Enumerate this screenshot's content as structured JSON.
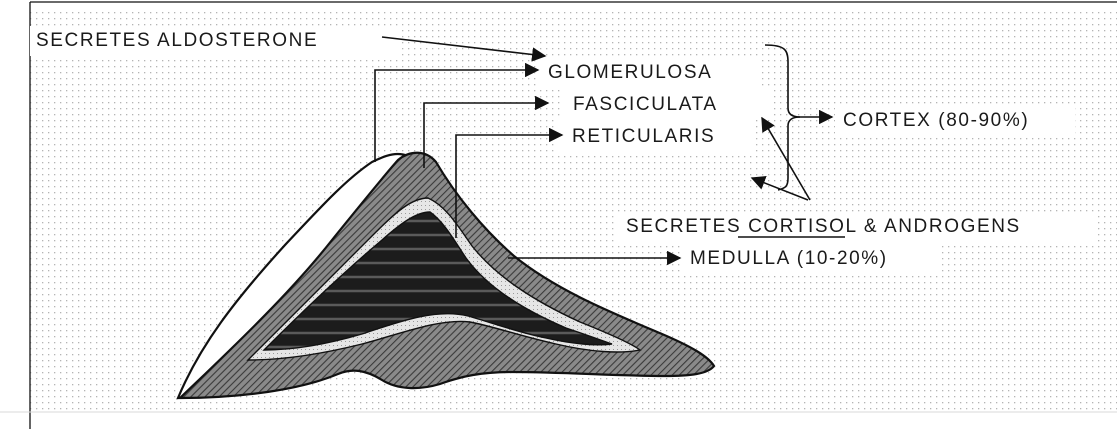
{
  "diagram": {
    "labels": {
      "aldosterone": "SECRETES ALDOSTERONE",
      "glomerulosa": "GLOMERULOSA",
      "fasciculata": "FASCICULATA",
      "reticularis": "RETICULARIS",
      "cortex": "CORTEX (80-90%)",
      "cortisol_prefix": "SECRETES ",
      "cortisol_word": "CORTISOL",
      "cortisol_suffix": " & ANDROGENS",
      "medulla": "MEDULLA (10-20%)"
    },
    "colors": {
      "background_dots": "#bdbdbd",
      "cortex_hatch": "#555555",
      "zone_band": "#e2e2e2",
      "medulla_stripes": "#2a2a2a",
      "outline": "#111111"
    }
  }
}
